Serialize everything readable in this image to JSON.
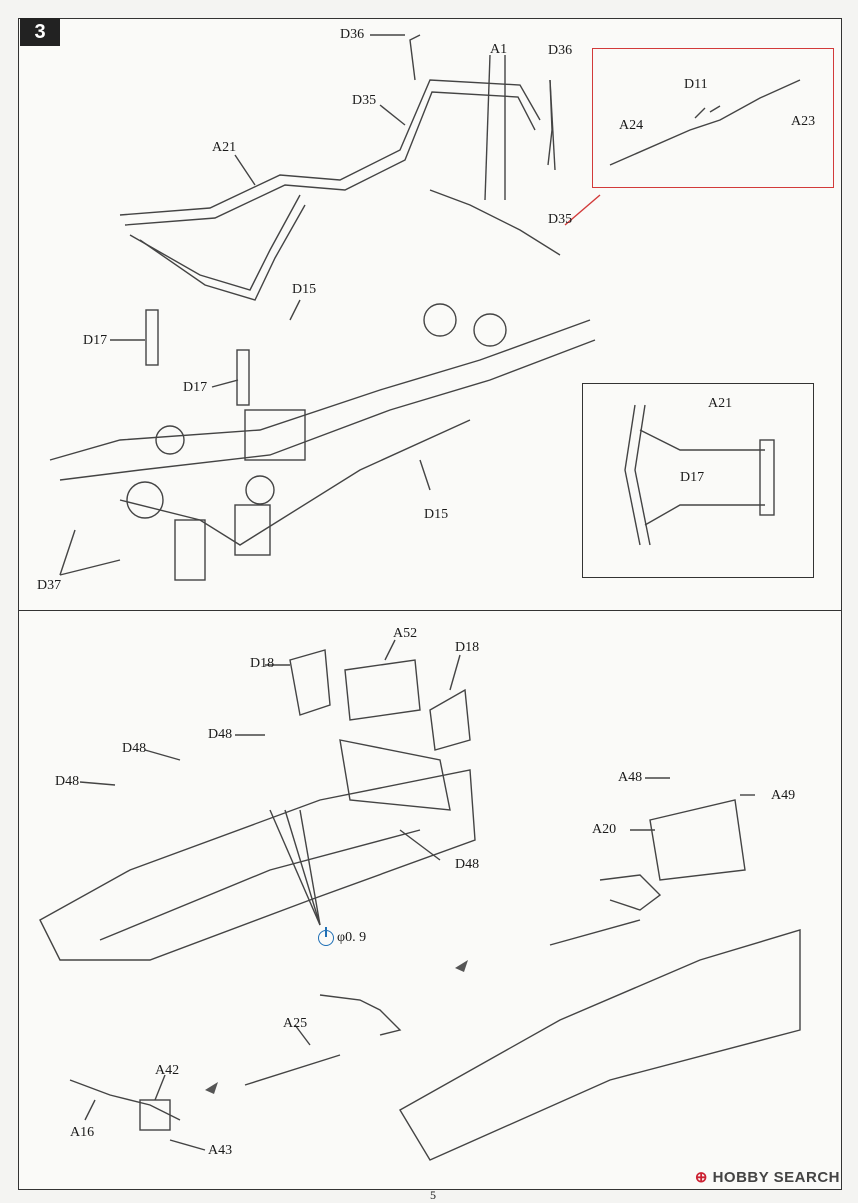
{
  "step": {
    "number": "3"
  },
  "top_section": {
    "labels": {
      "d36_left": "D36",
      "a1": "A1",
      "d36_right": "D36",
      "d35_left": "D35",
      "a21": "A21",
      "d35_right": "D35",
      "d15_top": "D15",
      "d17_left": "D17",
      "d17_mid": "D17",
      "d15_bottom": "D15",
      "d37": "D37"
    },
    "callout": {
      "d11": "D11",
      "a24": "A24",
      "a23": "A23"
    },
    "inset": {
      "a21": "A21",
      "d17": "D17"
    }
  },
  "bottom_section": {
    "labels": {
      "d18_left": "D18",
      "a52": "A52",
      "d18_right": "D18",
      "d48_a": "D48",
      "d48_b": "D48",
      "d48_c": "D48",
      "d48_d": "D48",
      "a48": "A48",
      "a49": "A49",
      "a20": "A20",
      "a25": "A25",
      "a42": "A42",
      "a16": "A16",
      "a43": "A43"
    },
    "drill": {
      "size": "φ0. 9"
    }
  },
  "footer": {
    "page": "5",
    "watermark_brand": "HOBBY SEARCH"
  }
}
